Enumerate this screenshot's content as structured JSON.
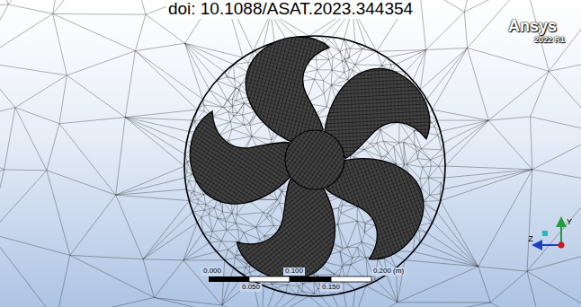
{
  "diagram": {
    "labels": [
      "doi: 10.1088/ASAT.2023.344354",
      "Ansys",
      "2022 R1",
      "0.000",
      "0.050",
      "0.100",
      "0.150",
      "0.200 (m)",
      "Y",
      "Z"
    ]
  }
}
